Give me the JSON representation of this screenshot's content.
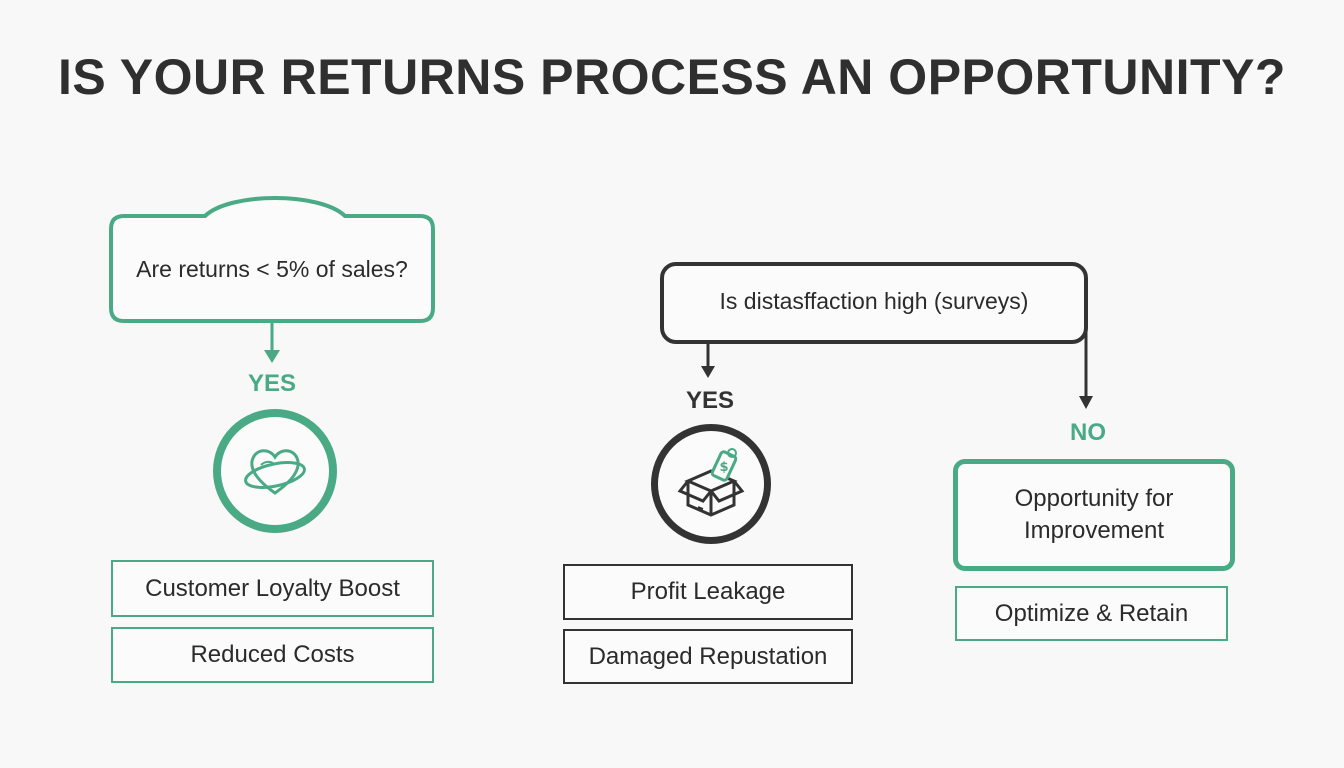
{
  "title": "IS YOUR RETURNS PROCESS AN OPPORTUNITY?",
  "colors": {
    "green": "#4aaa86",
    "dark": "#333333",
    "text": "#2b2b2b",
    "background": "#f7f8f7"
  },
  "left": {
    "question": "Are returns < 5% of sales?",
    "yes_label": "YES",
    "icon": "heart-ring-icon",
    "results": [
      "Customer Loyalty Boost",
      "Reduced Costs"
    ]
  },
  "right": {
    "question": "Is distasffaction high (surveys)",
    "yes_label": "YES",
    "no_label": "NO",
    "icon": "box-money-icon",
    "yes_results": [
      "Profit Leakage",
      "Damaged Repustation"
    ],
    "no_outcome": "Opportunity for Improvement",
    "no_action": "Optimize & Retain"
  }
}
